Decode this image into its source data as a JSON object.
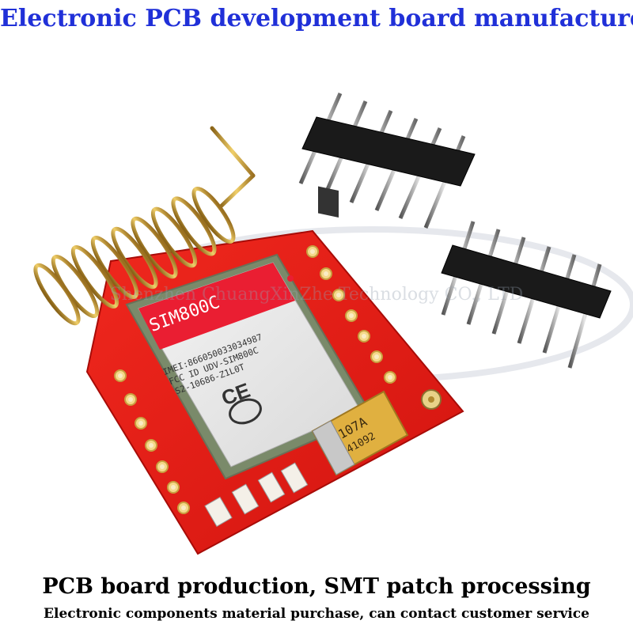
{
  "header": {
    "title": "Electronic PCB development board manufacturer"
  },
  "watermark": {
    "text": "Shenzhen ChuangXinZhe Technology CO., LTD"
  },
  "module": {
    "model": "SIM800C",
    "imei": "IMEI:866050033034987",
    "fcc": "FCC ID UDV-SIM800C",
    "cert": "S2-10686-Z1L0T"
  },
  "capacitor": {
    "line1": "107A",
    "line2": "41092"
  },
  "footer": {
    "line1": "PCB board production, SMT patch processing",
    "line2": "Electronic components material purchase, can contact customer service"
  }
}
